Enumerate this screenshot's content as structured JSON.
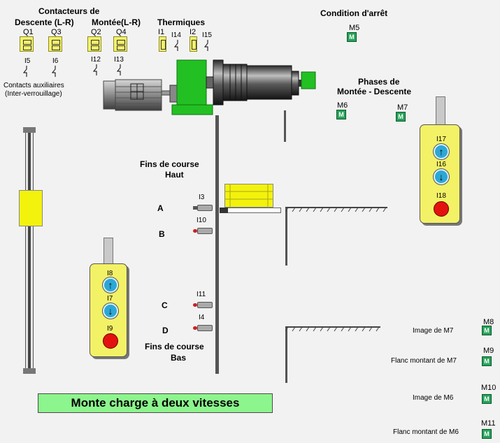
{
  "headers": {
    "contacteurs": "Contacteurs de",
    "descente": "Descente (L-R)",
    "montee": "Montée(L-R)",
    "thermiques": "Thermiques",
    "condition_arret": "Condition d'arrêt",
    "phases_line1": "Phases de",
    "phases_line2": "Montée  -  Descente",
    "fins_haut_1": "Fins de course",
    "fins_haut_2": "Haut",
    "fins_bas_1": "Fins de course",
    "fins_bas_2": "Bas",
    "contacts_1": "Contacts auxiliaires",
    "contacts_2": "(Inter-verrouillage)"
  },
  "contactors": [
    {
      "label": "Q1",
      "aux": "I5"
    },
    {
      "label": "Q3",
      "aux": "I6"
    },
    {
      "label": "Q2",
      "aux": "I12"
    },
    {
      "label": "Q4",
      "aux": "I13"
    }
  ],
  "thermals": [
    {
      "label": "I1",
      "aux": "I14"
    },
    {
      "label": "I2",
      "aux": "I15"
    }
  ],
  "memories": {
    "M5": "M5",
    "M6": "M6",
    "M7": "M7",
    "M8": "M8",
    "M9": "M9",
    "M10": "M10",
    "M11": "M11",
    "icon_letter": "M"
  },
  "sensors": {
    "A": "A",
    "B": "B",
    "C": "C",
    "D": "D",
    "I3": "I3",
    "I10": "I10",
    "I11": "I11",
    "I4": "I4"
  },
  "pendant_left": {
    "up": "I8",
    "down": "I7",
    "stop": "I9"
  },
  "pendant_right": {
    "up": "I17",
    "down": "I16",
    "stop": "I18"
  },
  "images": {
    "image_m7": "Image de M7",
    "flanc_m7": "Flanc montant de M7",
    "image_m6": "Image de M6",
    "flanc_m6": "Flanc montant de M6"
  },
  "caption": "Monte charge à deux vitesses",
  "colors": {
    "green_box": "#8df58d",
    "motor_green": "#22c022",
    "pendant_yellow": "#f3f166",
    "lift_yellow": "#f3f20c"
  }
}
